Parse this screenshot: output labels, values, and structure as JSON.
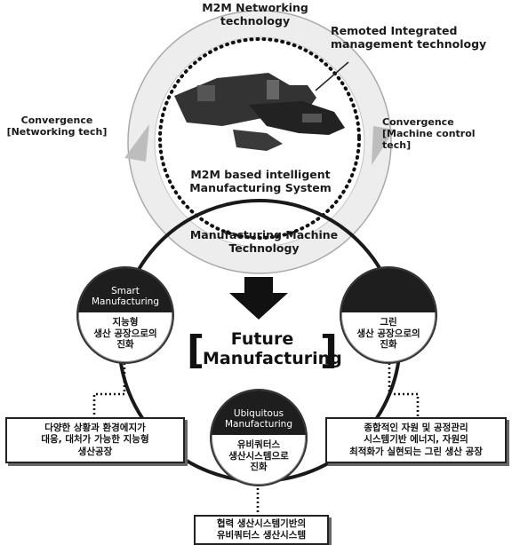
{
  "top": {
    "networking": "M2M Networking\ntechnology",
    "remoted": "Remoted Integrated\nmanagement technology",
    "conv_left": "Convergence\n[Networking tech]",
    "conv_right": "Convergence\n[Machine control tech]",
    "center": "M2M based intelligent\nManufacturing System",
    "machine_tech": "Manufacturing Machine\nTechnology"
  },
  "future": "Future\nManufacturing",
  "nodes": {
    "smart": {
      "top": "Smart\nManufacturing",
      "bottom": "지능형\n생산 공장으로의\n진화"
    },
    "green": {
      "top": "",
      "bottom": "그린\n생산 공장으로의\n진화"
    },
    "ubiquitous": {
      "top": "Ubiquitous\nManufacturing",
      "bottom": "유비쿼터스\n생산시스템으로\n진화"
    }
  },
  "notes": {
    "left": "다양한 상황과 환경에지가\n대응, 대처가 가능한 지능형\n생산공장",
    "right": "종합적인 자원 및 공정관리\n시스템기반 에너지, 자원의\n최적화가 실현되는 그린 생산 공장",
    "bottom": "협력 생산시스템기반의\n유비쿼터스 생산시스템"
  },
  "colors": {
    "dark": "#1e1e1e",
    "ring": "#9a9a9a",
    "dots": "#111111"
  }
}
